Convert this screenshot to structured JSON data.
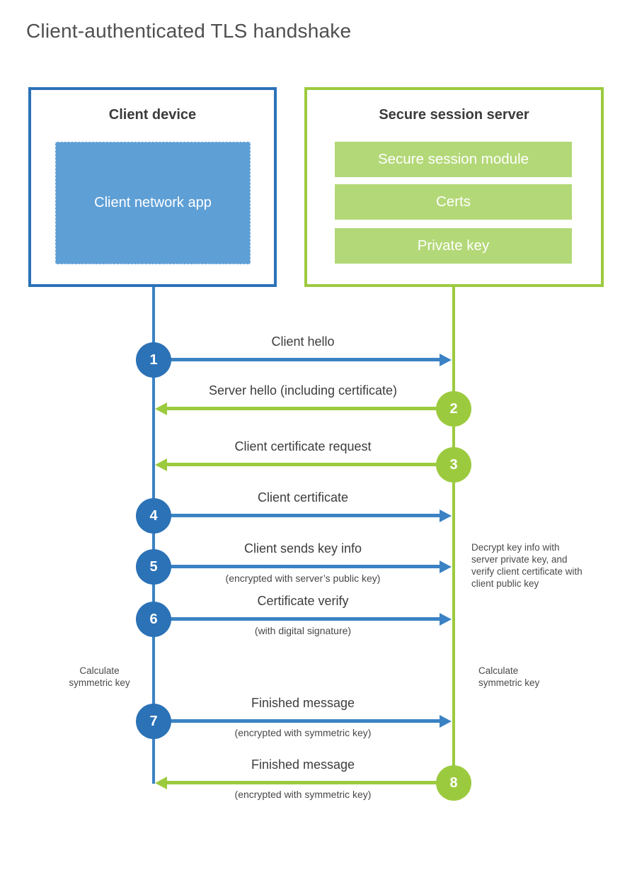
{
  "title": "Client-authenticated TLS handshake",
  "colors": {
    "blue": "#2b72b7",
    "blue_line": "#3b82c4",
    "blue_fill": "#5e9fd6",
    "green": "#9cca3e",
    "green_fill": "#b3d877"
  },
  "client_box": {
    "title": "Client device",
    "app_label": "Client network app"
  },
  "server_box": {
    "title": "Secure session server",
    "modules": [
      "Secure session module",
      "Certs",
      "Private key"
    ]
  },
  "steps": [
    {
      "num": "1",
      "direction": "to_server",
      "label": "Client hello",
      "sublabel": ""
    },
    {
      "num": "2",
      "direction": "to_client",
      "label": "Server hello (including certificate)",
      "sublabel": ""
    },
    {
      "num": "3",
      "direction": "to_client",
      "label": "Client certificate request",
      "sublabel": ""
    },
    {
      "num": "4",
      "direction": "to_server",
      "label": "Client certificate",
      "sublabel": ""
    },
    {
      "num": "5",
      "direction": "to_server",
      "label": "Client sends key info",
      "sublabel": "(encrypted with server’s public key)"
    },
    {
      "num": "6",
      "direction": "to_server",
      "label": "Certificate verify",
      "sublabel": "(with digital signature)"
    },
    {
      "num": "7",
      "direction": "to_server",
      "label": "Finished message",
      "sublabel": "(encrypted with symmetric key)"
    },
    {
      "num": "8",
      "direction": "to_client",
      "label": "Finished message",
      "sublabel": "(encrypted with symmetric key)"
    }
  ],
  "notes": {
    "decrypt": "Decrypt key info with server private key, and verify client certificate with client public key",
    "calc_left": "Calculate symmetric key",
    "calc_right": "Calculate symmetric key"
  }
}
